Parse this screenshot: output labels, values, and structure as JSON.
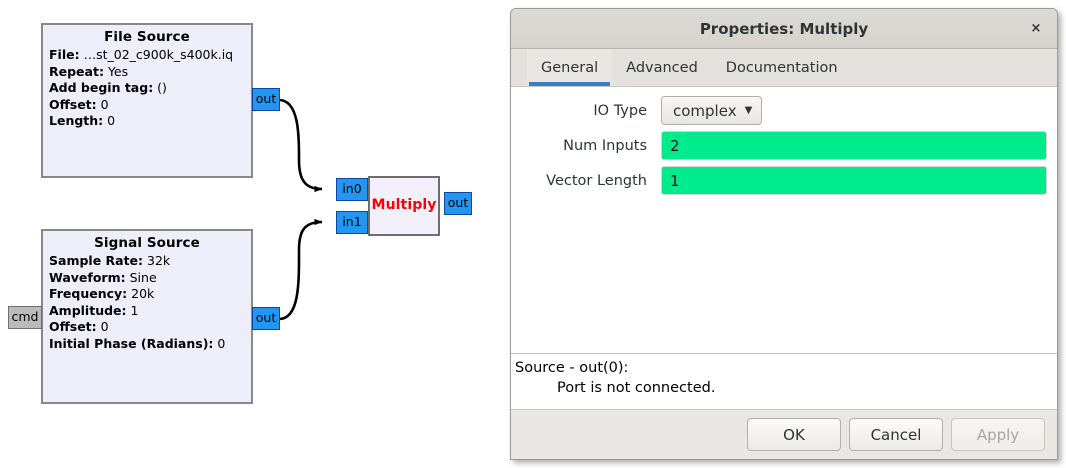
{
  "flowgraph": {
    "blocks": [
      {
        "id": "file-source",
        "title": "File Source",
        "params": [
          {
            "key": "File:",
            "value": "…st_02_c900k_s400k.iq"
          },
          {
            "key": "Repeat:",
            "value": "Yes"
          },
          {
            "key": "Add begin tag:",
            "value": "()"
          },
          {
            "key": "Offset:",
            "value": "0"
          },
          {
            "key": "Length:",
            "value": "0"
          }
        ]
      },
      {
        "id": "signal-source",
        "title": "Signal Source",
        "params": [
          {
            "key": "Sample Rate:",
            "value": "32k"
          },
          {
            "key": "Waveform:",
            "value": "Sine"
          },
          {
            "key": "Frequency:",
            "value": "20k"
          },
          {
            "key": "Amplitude:",
            "value": "1"
          },
          {
            "key": "Offset:",
            "value": "0"
          },
          {
            "key": "Initial Phase (Radians):",
            "value": "0"
          }
        ]
      },
      {
        "id": "multiply",
        "title": "Multiply",
        "params": []
      }
    ],
    "ports": {
      "file_source_out": "out",
      "signal_source_out": "out",
      "signal_source_cmd": "cmd",
      "multiply_in0": "in0",
      "multiply_in1": "in1",
      "multiply_out": "out"
    },
    "colors": {
      "block_fill": "#eeeefa",
      "block_border": "#888888",
      "stream_port": "#2196f3",
      "message_port": "#bbbbbb",
      "selected_title": "#ff0000"
    }
  },
  "dialog": {
    "title": "Properties: Multiply",
    "close_label": "×",
    "tabs": [
      {
        "label": "General",
        "active": true
      },
      {
        "label": "Advanced",
        "active": false
      },
      {
        "label": "Documentation",
        "active": false
      }
    ],
    "fields": [
      {
        "label": "IO Type",
        "type": "combo",
        "value": "complex"
      },
      {
        "label": "Num Inputs",
        "type": "entry",
        "value": "2"
      },
      {
        "label": "Vector Length",
        "type": "entry",
        "value": "1"
      }
    ],
    "messages": {
      "line1": "Source - out(0):",
      "line2": "Port is not connected."
    },
    "buttons": [
      {
        "label": "OK",
        "enabled": true
      },
      {
        "label": "Cancel",
        "enabled": true
      },
      {
        "label": "Apply",
        "enabled": false
      }
    ],
    "colors": {
      "valid_field": "#00eb8c",
      "tab_underline": "#3a7ebf",
      "titlebar": "#dcdad5"
    }
  }
}
